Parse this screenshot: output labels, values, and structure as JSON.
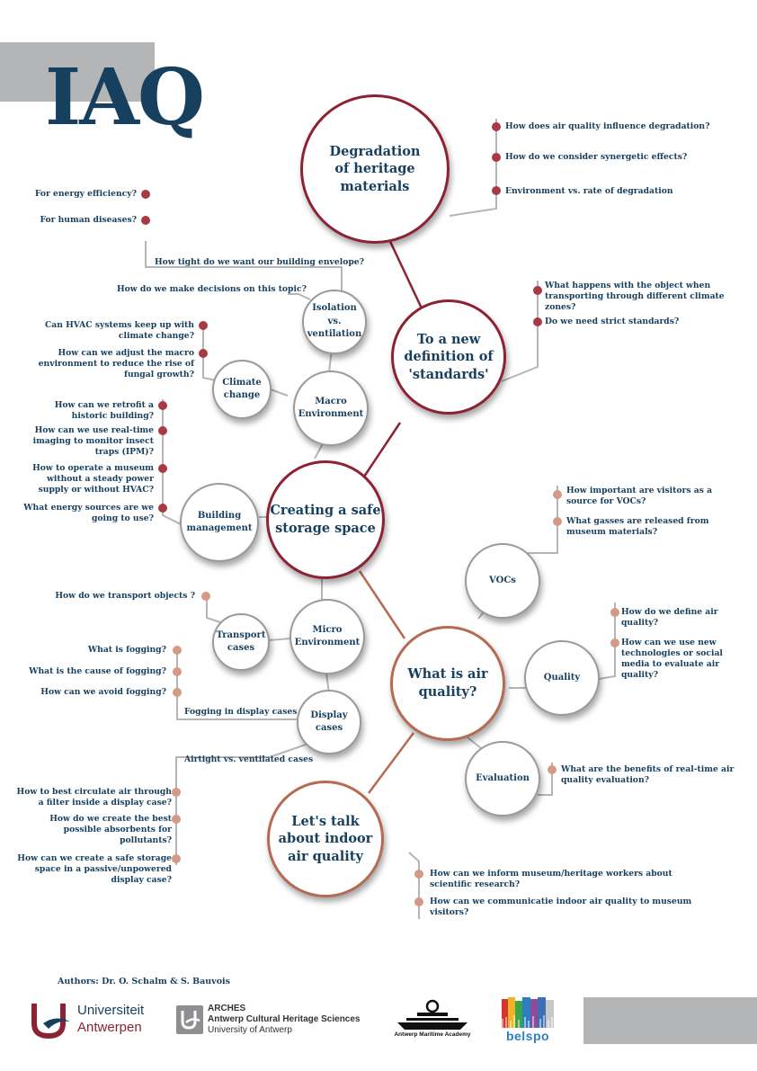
{
  "title": "IAQ",
  "hubs": {
    "degradation": "Degradation\nof heritage\nmaterials",
    "standards": "To a new\ndefinition of\n'standards'",
    "storage": "Creating a safe\nstorage space",
    "air_quality": "What is air\nquality?",
    "talk": "Let's talk\nabout indoor\nair quality"
  },
  "nodes": {
    "isolation": "Isolation\nvs.\nventilation",
    "climate": "Climate\nchange",
    "macro": "Macro\nEnvironment",
    "building": "Building\nmanagement",
    "micro": "Micro\nEnvironment",
    "transport": "Transport\ncases",
    "display": "Display\ncases",
    "vocs": "VOCs",
    "quality": "Quality",
    "evaluation": "Evaluation"
  },
  "questions": {
    "deg_1": "How does air quality influence degradation?",
    "deg_2": "How do we consider synergetic effects?",
    "deg_3": "Environment vs. rate of degradation",
    "energy": "For energy efficiency?",
    "human": "For human diseases?",
    "envelope": "How tight do we want our building envelope?",
    "decisions": "How do we make decisions on this topic?",
    "hvac": "Can HVAC systems keep up with\nclimate change?",
    "macro_adjust": "How can we adjust the macro\nenvironment to reduce the rise of\nfungal growth?",
    "std_1": "What happens with the object when\ntransporting through different climate\nzones?",
    "std_2": "Do we need strict standards?",
    "bm_1": "How can we retrofit a\nhistoric building?",
    "bm_2": "How can we use real-time\nimaging to monitor insect\ntraps (IPM)?",
    "bm_3": "How to operate a museum\nwithout a steady power\nsupply or without HVAC?",
    "bm_4": "What energy sources are we\ngoing to use?",
    "voc_1": "How important are visitors as a\nsource for VOCs?",
    "voc_2": "What gasses are released from\nmuseum materials?",
    "transport_q": "How do we transport objects ?",
    "fog_1": "What is fogging?",
    "fog_2": "What is the cause of fogging?",
    "fog_3": "How can we avoid fogging?",
    "fog_label": "Fogging in display cases",
    "quality_1": "How  do we define air\nquality?",
    "quality_2": "How can we use new\ntechnologies or social\nmedia to evaluate air\nquality?",
    "airtight": "Airtight vs. ventilated cases",
    "disp_1": "How to best circulate air through\na filter inside a display case?",
    "disp_2": "How do we create the best\npossible absorbents for\npollutants?",
    "disp_3": "How can we create a safe storage\nspace in a passive/unpowered\ndisplay case?",
    "eval_1": "What are the benefits of real-time air\nquality evaluation?",
    "talk_1": "How can we inform museum/heritage workers about\nscientific research?",
    "talk_2": "How can we communicatie indoor air quality to museum\nvisitors?"
  },
  "authors": "Authors: Dr. O. Schalm & S. Bauvois",
  "logos": {
    "ua_1": "Universiteit",
    "ua_2": "Antwerpen",
    "arches_1": "ARCHES",
    "arches_2": "Antwerp Cultural Heritage Sciences",
    "arches_3": "University of Antwerp",
    "maritime": "Antwerp Maritime Academy",
    "belspo": "belspo"
  },
  "colors": {
    "navy": "#173f5e",
    "dark_red": "#8c2232",
    "red_dot": "#a83a45",
    "orange": "#b56a52",
    "orange_dot": "#d49a86",
    "grey": "#b4b5b7"
  }
}
